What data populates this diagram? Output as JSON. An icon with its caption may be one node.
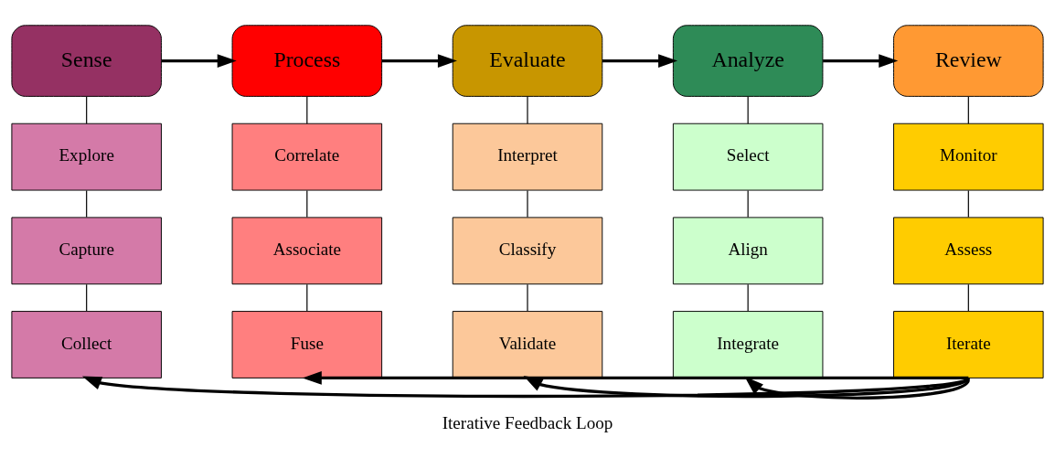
{
  "diagram": {
    "nodes": [
      {
        "text": [
          "Sense"
        ]
      },
      {
        "text": [
          "Process"
        ]
      },
      {
        "text": [
          "Evaluate"
        ]
      },
      {
        "text": [
          "Analyze"
        ]
      },
      {
        "text": [
          "Review"
        ]
      },
      {
        "text": [
          "Explore"
        ]
      },
      {
        "text": [
          "Capture"
        ]
      },
      {
        "text": [
          "Collect"
        ]
      },
      {
        "text": [
          "Correlate"
        ]
      },
      {
        "text": [
          "Associate"
        ]
      },
      {
        "text": [
          "Fuse"
        ]
      },
      {
        "text": [
          "Interpret"
        ]
      },
      {
        "text": [
          "Classify"
        ]
      },
      {
        "text": [
          "Validate"
        ]
      },
      {
        "text": [
          "Select"
        ]
      },
      {
        "text": [
          "Align"
        ]
      },
      {
        "text": [
          "Integrate"
        ]
      },
      {
        "text": [
          "Monitor"
        ]
      },
      {
        "text": [
          "Assess"
        ]
      },
      {
        "text": [
          "Iterate"
        ]
      }
    ],
    "edges": [
      {
        "from": 0,
        "to": 1,
        "arrow": "to",
        "style": "thick"
      },
      {
        "from": 1,
        "to": 2,
        "arrow": "to",
        "style": "thick"
      },
      {
        "from": 2,
        "to": 3,
        "arrow": "to",
        "style": "thick"
      },
      {
        "from": 3,
        "to": 4,
        "arrow": "to",
        "style": "thick"
      },
      {
        "from": 0,
        "to": 5,
        "arrow": "none"
      },
      {
        "from": 5,
        "to": 6,
        "arrow": "none"
      },
      {
        "from": 6,
        "to": 7,
        "arrow": "none"
      },
      {
        "from": 1,
        "to": 8,
        "arrow": "none"
      },
      {
        "from": 8,
        "to": 9,
        "arrow": "none"
      },
      {
        "from": 9,
        "to": 10,
        "arrow": "none"
      },
      {
        "from": 2,
        "to": 11,
        "arrow": "none"
      },
      {
        "from": 11,
        "to": 12,
        "arrow": "none"
      },
      {
        "from": 12,
        "to": 13,
        "arrow": "none"
      },
      {
        "from": 3,
        "to": 14,
        "arrow": "none"
      },
      {
        "from": 14,
        "to": 15,
        "arrow": "none"
      },
      {
        "from": 15,
        "to": 16,
        "arrow": "none"
      },
      {
        "from": 4,
        "to": 17,
        "arrow": "none"
      },
      {
        "from": 17,
        "to": 18,
        "arrow": "none"
      },
      {
        "from": 18,
        "to": 19,
        "arrow": "none"
      },
      {
        "from": 19,
        "to": 7,
        "arrow": "to",
        "style": "thick"
      },
      {
        "from": 19,
        "to": 10,
        "arrow": "to",
        "style": "thick"
      },
      {
        "from": 19,
        "to": 13,
        "arrow": "to",
        "style": "thick"
      },
      {
        "from": 19,
        "to": 16,
        "arrow": "to",
        "style": "thick"
      }
    ],
    "labels": [
      "Iterative Feedback Loop"
    ]
  }
}
